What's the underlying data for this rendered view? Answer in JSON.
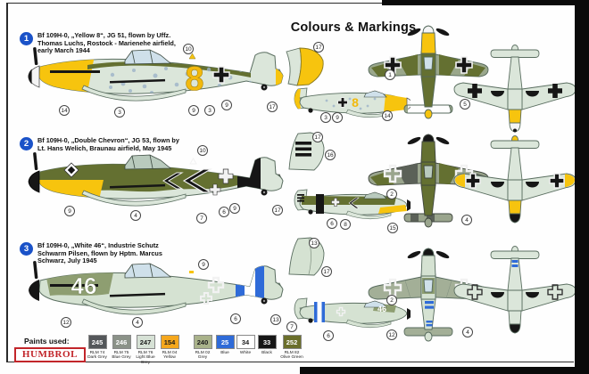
{
  "page": {
    "title": "Colours & Markings"
  },
  "schemes": [
    {
      "num": "1",
      "line1": "Bf 109H-0, „Yellow 8“, JG 51, flown by Uffz.",
      "line2": "Thomas Luchs, Rostock - Marienehe airfield,",
      "line3": "early March 1944",
      "tactical": "8",
      "callouts": [
        "10",
        "14",
        "3",
        "9",
        "3",
        "9",
        "17",
        "17",
        "3",
        "9",
        "14",
        "1",
        "5"
      ]
    },
    {
      "num": "2",
      "line1": "Bf 109H-0, „Double Chevron“, JG 53, flown by",
      "line2": "Lt. Hans Welich, Braunau airfield, May 1945",
      "line3": "",
      "tactical": "",
      "callouts": [
        "10",
        "9",
        "4",
        "7",
        "6",
        "9",
        "17",
        "17",
        "16",
        "6",
        "8",
        "15",
        "2",
        "4"
      ]
    },
    {
      "num": "3",
      "line1": "Bf 109H-0, „White 46“, Industrie Schutz",
      "line2": "Schwarm Pilsen, flown by Hptm. Marcus",
      "line3": "Schwarz, July 1945",
      "tactical": "46",
      "callouts": [
        "9",
        "12",
        "4",
        "6",
        "13",
        "13",
        "17",
        "7",
        "6",
        "12",
        "2",
        "4"
      ]
    }
  ],
  "paints": {
    "label": "Paints used:",
    "brand": "HUMBROL",
    "items": [
      {
        "code": "245",
        "line1": "RLM 74",
        "line2": "Dark Grey",
        "hex": "#54575A",
        "ink": "#FFFFFF"
      },
      {
        "code": "246",
        "line1": "RLM 75",
        "line2": "Blue Grey",
        "hex": "#8B9288",
        "ink": "#FFFFFF"
      },
      {
        "code": "247",
        "line1": "RLM 76",
        "line2": "Light Blue Grey",
        "hex": "#D6E1D5",
        "ink": "#1A1A1A"
      },
      {
        "code": "154",
        "line1": "RLM 04",
        "line2": "Yellow",
        "hex": "#F5A71D",
        "ink": "#1A1A1A"
      },
      {
        "code": "240",
        "line1": "RLM 02",
        "line2": "Grey",
        "hex": "#A9B28A",
        "ink": "#1A1A1A"
      },
      {
        "code": "25",
        "line1": "Blue",
        "line2": "",
        "hex": "#2F6BD8",
        "ink": "#FFFFFF"
      },
      {
        "code": "34",
        "line1": "White",
        "line2": "",
        "hex": "#FFFFFF",
        "ink": "#1A1A1A"
      },
      {
        "code": "33",
        "line1": "Black",
        "line2": "",
        "hex": "#161616",
        "ink": "#FFFFFF"
      },
      {
        "code": "252",
        "line1": "RLM 82",
        "line2": "Olive Green",
        "hex": "#6B6F2B",
        "ink": "#FFFFFF"
      }
    ]
  }
}
